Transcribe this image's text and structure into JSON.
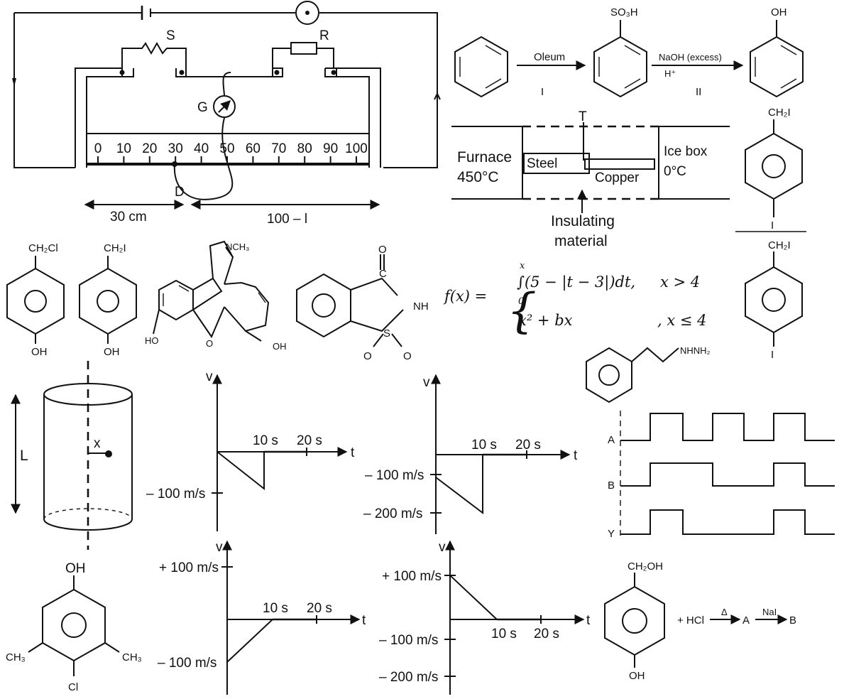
{
  "meterbridge": {
    "label_s": "S",
    "label_r": "R",
    "label_g": "G",
    "label_d": "D",
    "scale_ticks": [
      "0",
      "10",
      "20",
      "30",
      "40",
      "50",
      "60",
      "70",
      "80",
      "90",
      "100"
    ],
    "left_length": "30 cm",
    "right_length": "100 – l"
  },
  "sulphonation": {
    "reagent_1": "Oleum",
    "step_1": "I",
    "reagent_2": "NaOH (excess)",
    "reagent_2b": "H⁺",
    "step_2": "II",
    "group_so3h": "SO₃H",
    "group_oh": "OH"
  },
  "conduction": {
    "furnace": "Furnace",
    "furnace_temp": "450°C",
    "steel": "Steel",
    "copper": "Copper",
    "icebox": "Ice box",
    "icebox_temp": "0°C",
    "junction": "T",
    "insulation_1": "Insulating",
    "insulation_2": "material"
  },
  "iodobenzyl": {
    "top_group": "CH₂I",
    "bottom_group": "I",
    "top_group_2": "CH₂I",
    "bottom_group_2": "I"
  },
  "small_phenols": {
    "g1_top": "CH₂Cl",
    "g1_bottom": "OH",
    "g2_top": "CH₂I",
    "g2_bottom": "OH"
  },
  "morphine": {
    "nme": "NCH₃",
    "ho": "HO",
    "oh": "OH",
    "o": "O"
  },
  "saccharin": {
    "o_top": "O",
    "c": "C",
    "nh": "NH",
    "s": "S",
    "o_left": "O",
    "o_right": "O"
  },
  "piecewise": {
    "lhs": "f(x) =",
    "int_upper": "x",
    "int_lower": "0",
    "case_1": "∫(5 − |t − 3|)dt,",
    "cond_1": "x > 4",
    "case_2": "x² + bx",
    "cond_2": ", x ≤ 4"
  },
  "hydrazine": {
    "group": "NHNH₂"
  },
  "logic": {
    "a": "A",
    "b": "B",
    "y": "Y"
  },
  "cylinder": {
    "length": "L",
    "x": "x"
  },
  "graph_1": {
    "v": "v",
    "t": "t",
    "x1": "10 s",
    "x2": "20 s",
    "y1": "– 100 m/s"
  },
  "graph_2": {
    "v": "v",
    "t": "t",
    "x1": "10 s",
    "x2": "20 s",
    "y1": "– 100 m/s",
    "y2": "– 200 m/s"
  },
  "graph_3": {
    "v": "v",
    "t": "t",
    "x1": "10 s",
    "x2": "20 s",
    "y_pos": "+ 100 m/s",
    "y_neg": "– 100 m/s"
  },
  "graph_4": {
    "v": "v",
    "t": "t",
    "x1": "10 s",
    "x2": "20 s",
    "y_pos": "+ 100 m/s",
    "y_neg1": "– 100 m/s",
    "y_neg2": "– 200 m/s"
  },
  "chlorophenol": {
    "oh": "OH",
    "ch3_left": "CH₃",
    "ch3_right": "CH₃",
    "cl": "Cl"
  },
  "benzyl_alcohol": {
    "top_group": "CH₂OH",
    "bottom_group": "OH",
    "reagent_1": "+ HCl",
    "delta": "Δ",
    "product_a": "A",
    "reagent_2": "NaI",
    "product_b": "B"
  }
}
